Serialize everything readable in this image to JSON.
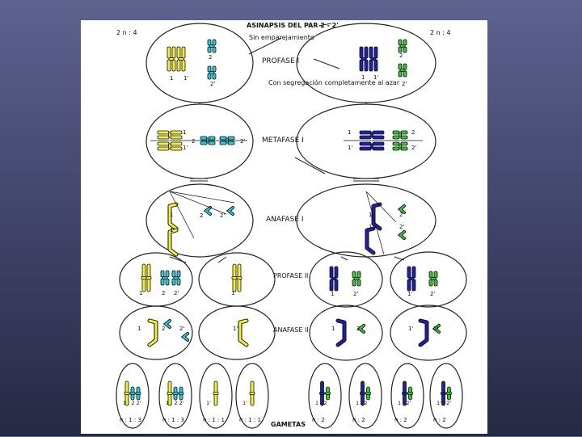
{
  "slide": {
    "panel_background": "#ffffff",
    "background_top": "#5d628f",
    "background_bottom": "#262943"
  },
  "diagram": {
    "header": "ASINAPSIS DEL PAR 2 - 2'",
    "ploidy_left": "2 n : 4",
    "ploidy_right": "2 n : 4",
    "note_no_pairing": "Sin emparejamiento",
    "note_random": "Con segregación completamente al azar",
    "stages": {
      "prophase1": "PROFASE I",
      "metaphase1": "METAFASE I",
      "anaphase1": "ANAFASE I",
      "prophase2": "PROFASE II",
      "anaphase2": "ANAFASE II",
      "gametes": "GAMETAS"
    },
    "chromosome_labels": {
      "one": "1",
      "one_prime": "1'",
      "two": "2",
      "two_prime": "2'",
      "one_two_two": "1 : 2 2'",
      "one_two": "1 : 2",
      "one_two_prime": "1 : 2'",
      "one_prime_two_prime": "1' : 2'"
    },
    "gamete_labels": [
      "n : 1 : 3",
      "n : 1 : 3",
      "n : 1 : 1",
      "n : 1 : 1",
      "n : 2",
      "n : 2",
      "n : 2",
      "n : 2"
    ],
    "colors": {
      "yellow": "#f2ee3a",
      "cyan": "#31c6d8",
      "blue": "#1f1fa8",
      "green": "#3cc23c",
      "outline": "#222222"
    }
  }
}
